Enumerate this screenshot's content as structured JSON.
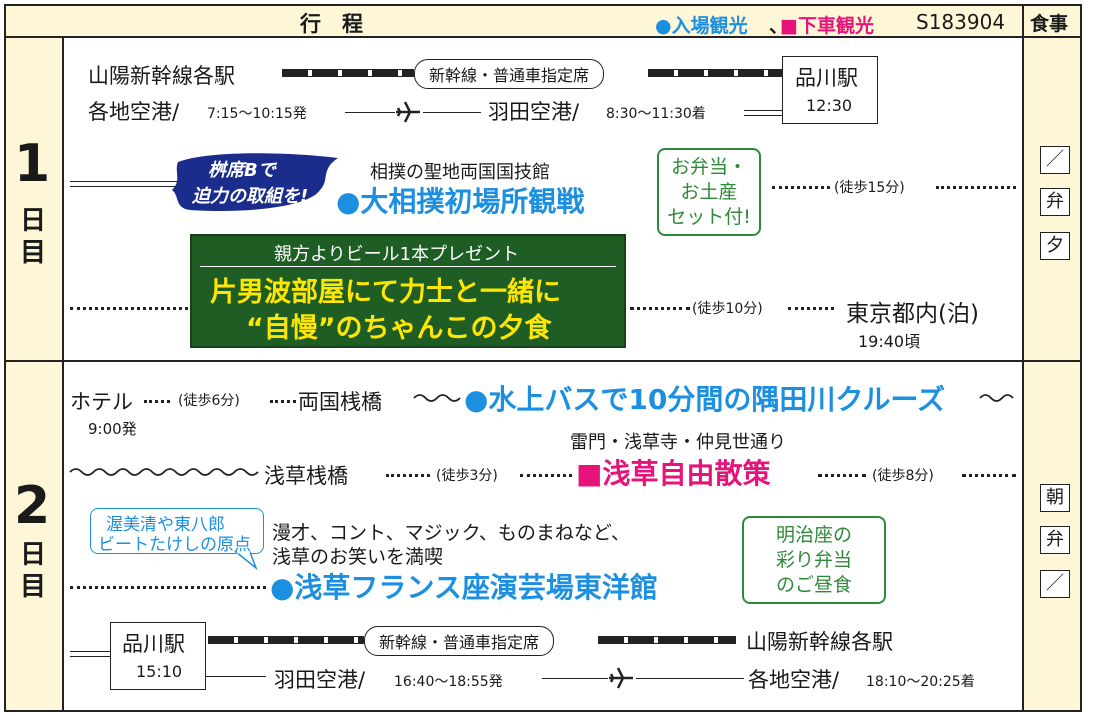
{
  "header": {
    "title": "行　程",
    "legend_blue": "●入場観光",
    "legend_sep": "、",
    "legend_pink": "■下車観光",
    "code": "S183904",
    "meal_header": "食事"
  },
  "colors": {
    "blue": "#1d8fe0",
    "pink": "#e6147a",
    "green": "#2e8a3a",
    "cream": "#fdf7d8",
    "navy": "#1a2c8c",
    "darkgreen": "#1e5e25"
  },
  "day1": {
    "label_num": "1",
    "label_ch1": "日",
    "label_ch2": "目",
    "dep_station": "山陽新幹線各駅",
    "rail_label": "新幹線・普通車指定席",
    "arr_station": "品川駅",
    "arr_time": "12:30",
    "dep_airport": "各地空港/",
    "dep_airport_time": "7:15～10:15発",
    "arr_airport": "羽田空港/",
    "arr_airport_time": "8:30～11:30着",
    "badge_line1": "桝席Bで",
    "badge_line2": "迫力の取組を!",
    "sumo_sub": "相撲の聖地両国国技館",
    "sumo_title": "●大相撲初場所観戦",
    "bento_l1": "お弁当・",
    "bento_l2": "お土産",
    "bento_l3": "セット付!",
    "walk1": "(徒歩15分)",
    "chanko_top": "親方よりビール1本プレゼント",
    "chanko_l1": "片男波部屋にて力士と一緒に",
    "chanko_l2": "“自慢”のちゃんこの夕食",
    "walk2": "(徒歩10分)",
    "hotel": "東京都内(泊)",
    "hotel_time": "19:40頃",
    "meals": [
      "／",
      "弁",
      "夕"
    ]
  },
  "day2": {
    "label_num": "2",
    "label_ch1": "日",
    "label_ch2": "目",
    "hotel": "ホテル",
    "hotel_time": "9:00発",
    "walk1": "(徒歩6分)",
    "pier1": "両国桟橋",
    "cruise": "●水上バスで10分間の隅田川クルーズ",
    "asakusa_sub": "雷門・浅草寺・仲見世通り",
    "pier2": "浅草桟橋",
    "walk2": "(徒歩3分)",
    "asakusa": "■浅草自由散策",
    "walk3": "(徒歩8分)",
    "bubble_l1": "渥美清や東八郎",
    "bubble_l2": "ビートたけしの原点",
    "show_l1": "漫才、コント、マジック、ものまねなど、",
    "show_l2": "浅草のお笑いを満喫",
    "theater": "●浅草フランス座演芸場東洋館",
    "lunch_l1": "明治座の",
    "lunch_l2": "彩り弁当",
    "lunch_l3": "のご昼食",
    "dep_station": "品川駅",
    "dep_time": "15:10",
    "rail_label": "新幹線・普通車指定席",
    "arr_station": "山陽新幹線各駅",
    "dep_airport": "羽田空港/",
    "dep_airport_time": "16:40～18:55発",
    "arr_airport": "各地空港/",
    "arr_airport_time": "18:10～20:25着",
    "meals": [
      "朝",
      "弁",
      "／"
    ]
  }
}
